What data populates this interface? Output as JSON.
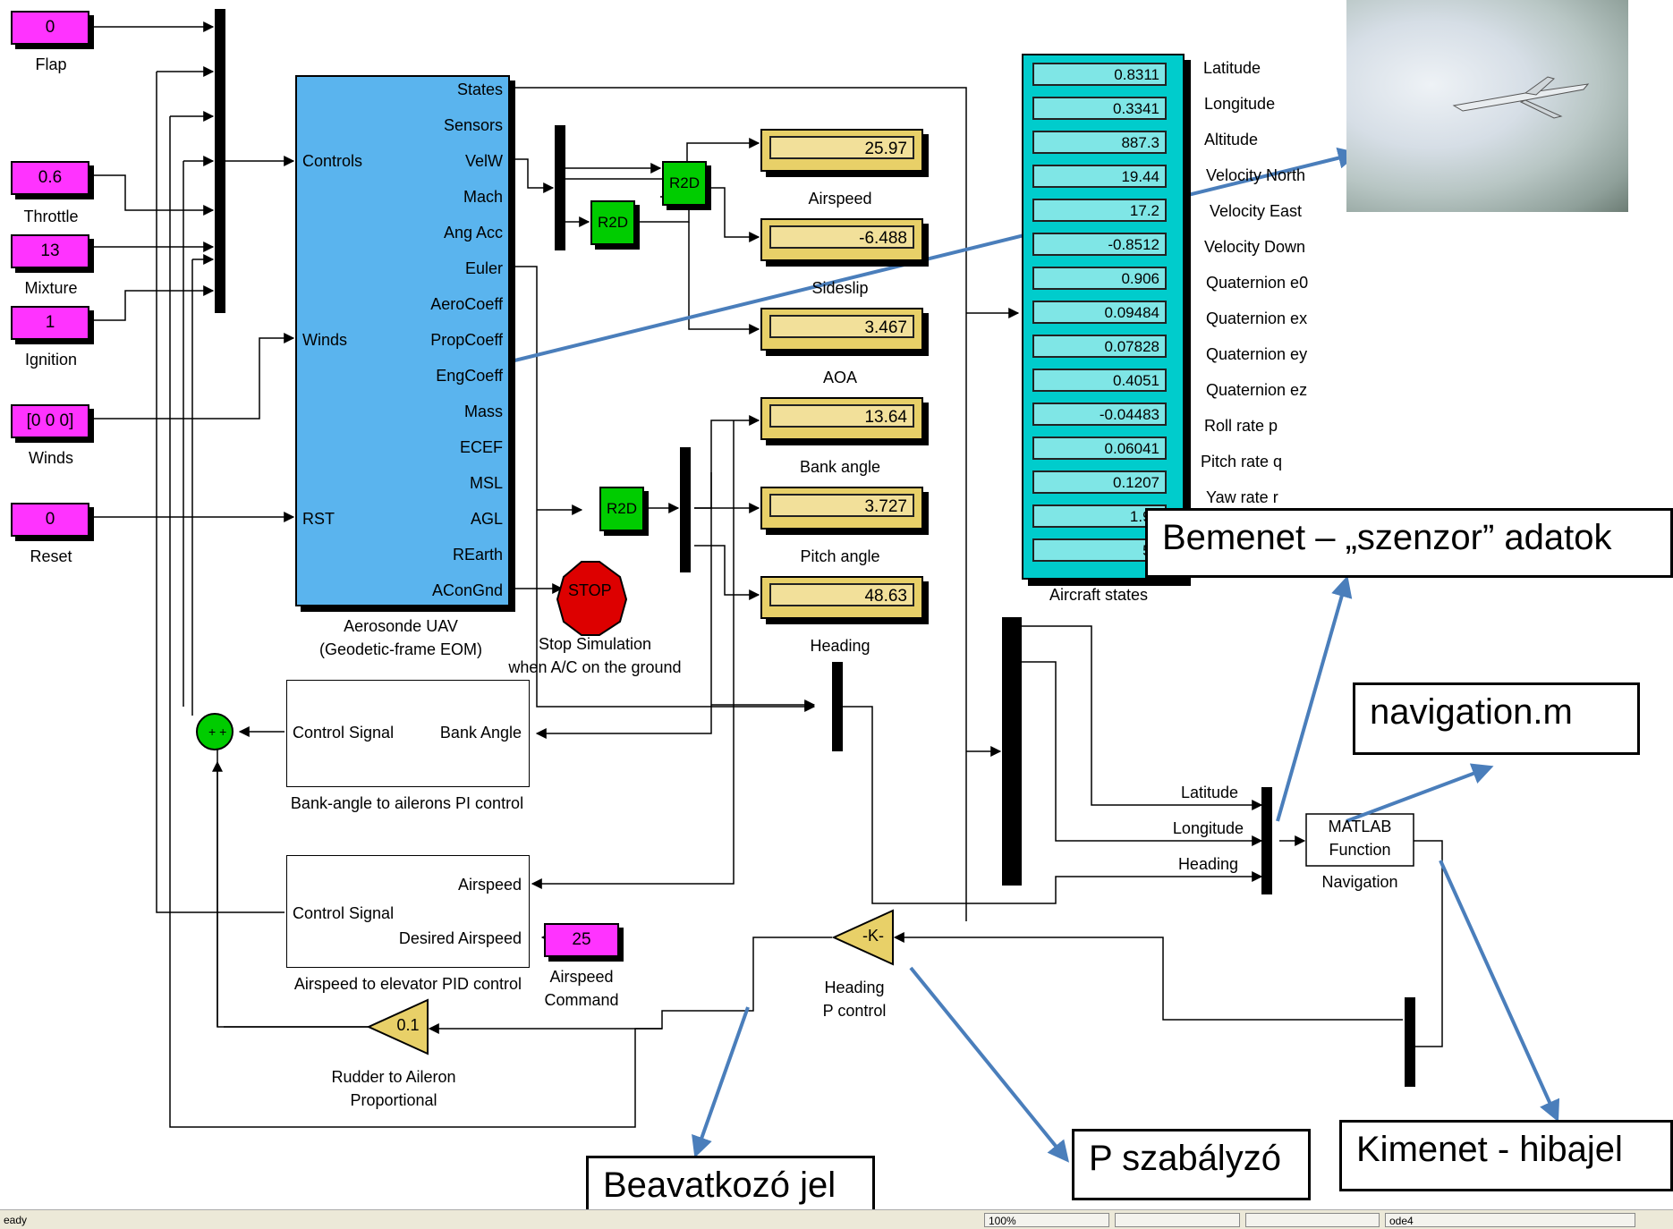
{
  "inputs": {
    "flap": {
      "value": "0",
      "label": "Flap"
    },
    "throttle": {
      "value": "0.6",
      "label": "Throttle"
    },
    "mixture": {
      "value": "13",
      "label": "Mixture"
    },
    "ignition": {
      "value": "1",
      "label": "Ignition"
    },
    "winds": {
      "value": "[0 0 0]",
      "label": "Winds"
    },
    "reset": {
      "value": "0",
      "label": "Reset"
    }
  },
  "uav": {
    "in_ports": [
      "Controls",
      "Winds",
      "RST"
    ],
    "out_ports": [
      "States",
      "Sensors",
      "VelW",
      "Mach",
      "Ang Acc",
      "Euler",
      "AeroCoeff",
      "PropCoeff",
      "EngCoeff",
      "Mass",
      "ECEF",
      "MSL",
      "AGL",
      "REarth",
      "AConGnd"
    ],
    "label_line1": "Aerosonde UAV",
    "label_line2": "(Geodetic-frame EOM)"
  },
  "r2d_label": "R2D",
  "stop": {
    "text": "STOP",
    "label_line1": "Stop Simulation",
    "label_line2": "when A/C on the ground"
  },
  "displays": [
    {
      "value": "25.97",
      "label": "Airspeed"
    },
    {
      "value": "-6.488",
      "label": "Sideslip"
    },
    {
      "value": "3.467",
      "label": "AOA"
    },
    {
      "value": "13.64",
      "label": "Bank angle"
    },
    {
      "value": "3.727",
      "label": "Pitch angle"
    },
    {
      "value": "48.63",
      "label": "Heading"
    }
  ],
  "aircraft_states": {
    "label": "Aircraft states",
    "values": [
      "0.8311",
      "0.3341",
      "887.3",
      "19.44",
      "17.2",
      "-0.8512",
      "0.906",
      "0.09484",
      "0.07828",
      "0.4051",
      "-0.04483",
      "0.06041",
      "0.1207",
      "1.99",
      "54"
    ],
    "names": [
      "Latitude",
      "Longitude",
      "Altitude",
      "Velocity North",
      "Velocity East",
      "Velocity Down",
      "Quaternion e0",
      "Quaternion ex",
      "Quaternion ey",
      "Quaternion ez",
      "Roll rate p",
      "Pitch rate q",
      "Yaw rate r"
    ]
  },
  "bank_block": {
    "in_port": "Control Signal",
    "out_port": "Bank Angle",
    "label": "Bank-angle to ailerons PI control"
  },
  "airspeed_block": {
    "port_airspeed": "Airspeed",
    "port_control": "Control Signal",
    "port_desired": "Desired Airspeed",
    "label": "Airspeed to elevator PID control"
  },
  "airspeed_cmd": {
    "value": "25",
    "label_line1": "Airspeed",
    "label_line2": "Command"
  },
  "rudder_gain": {
    "value": "0.1",
    "label_line1": "Rudder to Aileron",
    "label_line2": "Proportional"
  },
  "heading_gain": {
    "value": "-K-",
    "label_line1": "Heading",
    "label_line2": "P control"
  },
  "nav_inputs": [
    "Latitude",
    "Longitude",
    "Heading"
  ],
  "matlab_fn": {
    "line1": "MATLAB",
    "line2": "Function",
    "label": "Navigation"
  },
  "callouts": {
    "bemenet": "Bemenet – „szenzor” adatok",
    "navigation": "navigation.m",
    "kimenet": "Kimenet - hibajel",
    "p_szabalyzo": "P szabályzó",
    "beavatkozo": "Beavatkozó jel"
  },
  "status": {
    "left": "eady",
    "zoom": "100%",
    "solver": "ode4"
  },
  "colors": {
    "constant": "#ff33ff",
    "uav": "#5ab4ee",
    "display": "#e8d068",
    "r2d": "#00cc00",
    "states": "#00cccc",
    "gain": "#e8d068",
    "arrow": "#4a7ebb",
    "stop": "#dd0000"
  }
}
